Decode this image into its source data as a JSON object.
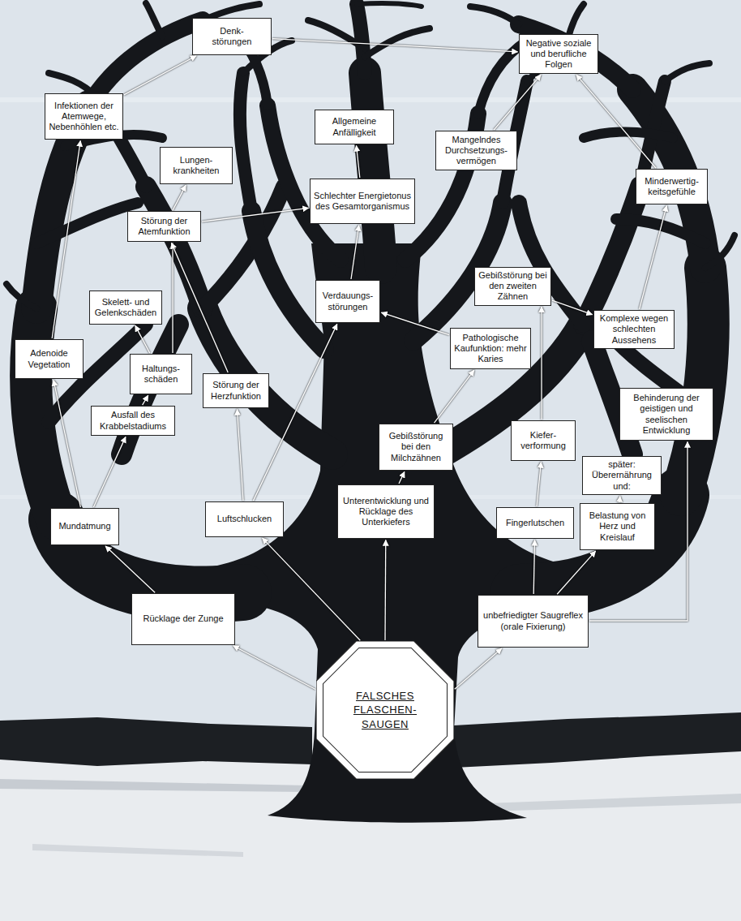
{
  "diagram": {
    "nodes": [
      {
        "text": [
          "Denk- störungen"
        ]
      },
      {
        "text": [
          "Negative soziale und berufliche Folgen"
        ]
      },
      {
        "text": [
          "Infektionen der Atemwege, Nebenhöhlen etc."
        ]
      },
      {
        "text": [
          "Allgemeine Anfälligkeit"
        ]
      },
      {
        "text": [
          "Mangelndes Durchsetzungs- vermögen"
        ]
      },
      {
        "text": [
          "Lungen- krankheiten"
        ]
      },
      {
        "text": [
          "Minderwertig- keitsgefühle"
        ]
      },
      {
        "text": [
          "Schlechter Energietonus des Gesamtorganismus"
        ]
      },
      {
        "text": [
          "Störung der Atemfunktion"
        ]
      },
      {
        "text": [
          "Gebißstörung bei den zweiten Zähnen"
        ]
      },
      {
        "text": [
          "Verdauungs- störungen"
        ]
      },
      {
        "text": [
          "Skelett- und Gelenkschäden"
        ]
      },
      {
        "text": [
          "Komplexe wegen schlechten Aussehens"
        ]
      },
      {
        "text": [
          "Pathologische Kaufunktion: mehr Karies"
        ]
      },
      {
        "text": [
          "Adenoide Vegetation"
        ]
      },
      {
        "text": [
          "Haltungs- schäden"
        ]
      },
      {
        "text": [
          "Störung der Herzfunktion"
        ]
      },
      {
        "text": [
          "Behinderung der geistigen und seelischen Entwicklung"
        ]
      },
      {
        "text": [
          "Ausfall des Krabbelstadiums"
        ]
      },
      {
        "text": [
          "Kiefer- verformung"
        ]
      },
      {
        "text": [
          "Gebißstörung bei den Milchzähnen"
        ]
      },
      {
        "text": [
          "später: Überernährung und:"
        ]
      },
      {
        "text": [
          "Unterentwicklung und Rücklage des Unterkiefers"
        ]
      },
      {
        "text": [
          "Luftschlucken"
        ]
      },
      {
        "text": [
          "Mundatmung"
        ]
      },
      {
        "text": [
          "Fingerlutschen"
        ]
      },
      {
        "text": [
          "Belastung von Herz und Kreislauf"
        ]
      },
      {
        "text": [
          "Rücklage der Zunge"
        ]
      },
      {
        "text": [
          "unbefriedigter Saugreflex (orale Fixierung)"
        ]
      },
      {
        "text": [
          "FALSCHES FLASCHEN- SAUGEN"
        ]
      }
    ],
    "edges": [
      {
        "from": 29,
        "to": 27,
        "arrow": "to"
      },
      {
        "from": 29,
        "to": 23,
        "arrow": "to"
      },
      {
        "from": 29,
        "to": 22,
        "arrow": "to"
      },
      {
        "from": 29,
        "to": 28,
        "arrow": "to"
      },
      {
        "from": 27,
        "to": 24,
        "arrow": "to"
      },
      {
        "from": 24,
        "to": 14,
        "arrow": "to"
      },
      {
        "from": 24,
        "to": 18,
        "arrow": "to"
      },
      {
        "from": 14,
        "to": 2,
        "arrow": "to"
      },
      {
        "from": 18,
        "to": 15,
        "arrow": "to"
      },
      {
        "from": 15,
        "to": 11,
        "arrow": "to"
      },
      {
        "from": 15,
        "to": 8,
        "arrow": "to"
      },
      {
        "from": 8,
        "to": 5,
        "arrow": "to"
      },
      {
        "from": 8,
        "to": 7,
        "arrow": "to"
      },
      {
        "from": 16,
        "to": 8,
        "arrow": "to"
      },
      {
        "from": 23,
        "to": 16,
        "arrow": "to"
      },
      {
        "from": 23,
        "to": 10,
        "arrow": "to"
      },
      {
        "from": 22,
        "to": 20,
        "arrow": "to"
      },
      {
        "from": 20,
        "to": 13,
        "arrow": "to"
      },
      {
        "from": 13,
        "to": 10,
        "arrow": "to"
      },
      {
        "from": 10,
        "to": 7,
        "arrow": "to"
      },
      {
        "from": 7,
        "to": 3,
        "arrow": "to"
      },
      {
        "from": 2,
        "to": 0,
        "arrow": "to"
      },
      {
        "from": 0,
        "to": 1,
        "arrow": "to"
      },
      {
        "from": 4,
        "to": 1,
        "arrow": "to"
      },
      {
        "from": 6,
        "to": 1,
        "arrow": "to"
      },
      {
        "from": 28,
        "to": 25,
        "arrow": "to"
      },
      {
        "from": 25,
        "to": 19,
        "arrow": "to"
      },
      {
        "from": 19,
        "to": 9,
        "arrow": "to"
      },
      {
        "from": 9,
        "to": 12,
        "arrow": "to"
      },
      {
        "from": 12,
        "to": 6,
        "arrow": "to"
      },
      {
        "from": 28,
        "to": 26,
        "arrow": "to"
      },
      {
        "from": 26,
        "to": 21,
        "arrow": "to"
      },
      {
        "from": 28,
        "to": 17,
        "arrow": "to"
      }
    ]
  }
}
